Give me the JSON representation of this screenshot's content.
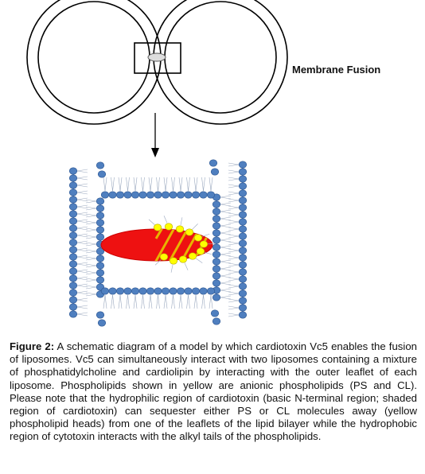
{
  "diagram": {
    "fusion_label": "Membrane Fusion",
    "colors": {
      "liposome_stroke": "#000000",
      "lipid_head_blue": "#4f7fbf",
      "lipid_head_yellow": "#ffff00",
      "toxin_red": "#ee1111",
      "toxin_stripes": "#e8b400",
      "contact_ellipse": "#dddddd"
    },
    "icons": [
      "liposome-circle",
      "down-arrow",
      "phospholipid-head",
      "cardiotoxin-ellipse"
    ]
  },
  "caption": {
    "label": "Figure 2:",
    "text": " A schematic diagram of a model by which cardiotoxin Vc5 enables the fusion of liposomes. Vc5 can simultaneously interact with two liposomes containing a mixture of phosphatidylcholine and cardiolipin by interacting with the outer leaflet of each liposome. Phospholipids shown in yellow are anionic phospholipids (PS and CL). Please note that the hydrophilic region of cardiotoxin (basic N-terminal region; shaded region of cardiotoxin) can sequester either PS or CL molecules away (yellow phospholipid heads) from one of the leaflets of the lipid bilayer while the hydrophobic region of cytotoxin interacts with the alkyl tails of the phospholipids."
  }
}
